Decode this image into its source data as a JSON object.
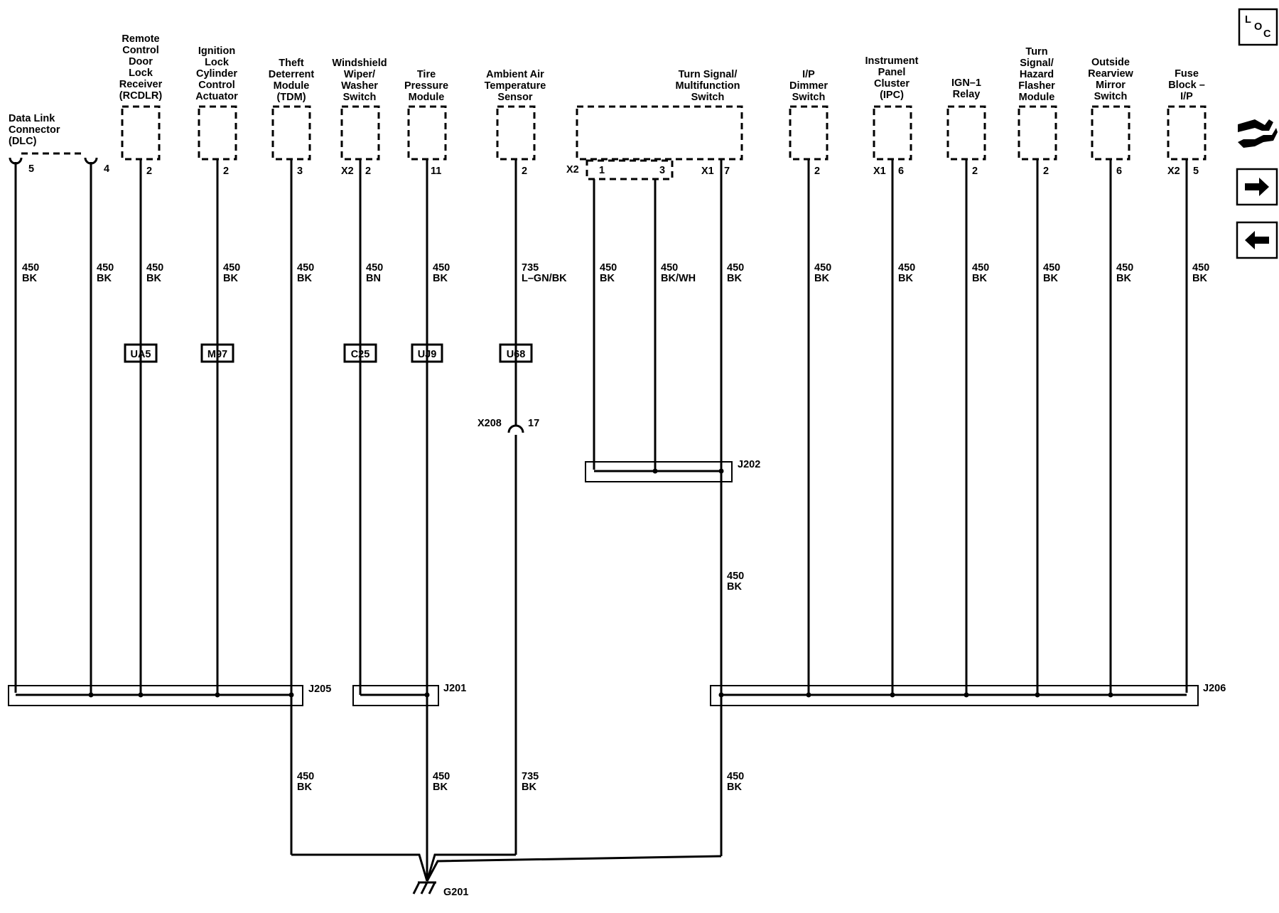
{
  "components": [
    {
      "id": "dlc",
      "label": [
        "Data Link",
        "Connector",
        "(DLC)"
      ]
    },
    {
      "id": "rcdlr",
      "label": [
        "Remote",
        "Control",
        "Door",
        "Lock",
        "Receiver",
        "(RCDLR)"
      ]
    },
    {
      "id": "ignition-lock",
      "label": [
        "Ignition",
        "Lock",
        "Cylinder",
        "Control",
        "Actuator"
      ]
    },
    {
      "id": "tdm",
      "label": [
        "Theft",
        "Deterrent",
        "Module",
        "(TDM)"
      ]
    },
    {
      "id": "wiper-switch",
      "label": [
        "Windshield",
        "Wiper/",
        "Washer",
        "Switch"
      ]
    },
    {
      "id": "tire-pressure",
      "label": [
        "Tire",
        "Pressure",
        "Module"
      ]
    },
    {
      "id": "ambient-air",
      "label": [
        "Ambient Air",
        "Temperature",
        "Sensor"
      ]
    },
    {
      "id": "turn-signal-switch",
      "label": [
        "Turn Signal/",
        "Multifunction",
        "Switch"
      ]
    },
    {
      "id": "ip-dimmer",
      "label": [
        "I/P",
        "Dimmer",
        "Switch"
      ]
    },
    {
      "id": "ipc",
      "label": [
        "Instrument",
        "Panel",
        "Cluster",
        "(IPC)"
      ]
    },
    {
      "id": "ign1-relay",
      "label": [
        "IGN–1",
        "Relay"
      ]
    },
    {
      "id": "flasher",
      "label": [
        "Turn",
        "Signal/",
        "Hazard",
        "Flasher",
        "Module"
      ]
    },
    {
      "id": "mirror-switch",
      "label": [
        "Outside",
        "Rearview",
        "Mirror",
        "Switch"
      ]
    },
    {
      "id": "fuse-block",
      "label": [
        "Fuse",
        "Block –",
        "I/P"
      ]
    }
  ],
  "pins": {
    "dlc_5": "5",
    "dlc_4": "4",
    "rcdlr": "2",
    "ignition": "2",
    "tdm": "3",
    "wiper_conn": "X2",
    "wiper": "2",
    "tire": "11",
    "ambient": "2",
    "ts_conn_x2": "X2",
    "ts_1": "1",
    "ts_3": "3",
    "ts_conn_x1": "X1",
    "ts_7": "7",
    "dimmer": "2",
    "ipc_conn": "X1",
    "ipc": "6",
    "relay": "2",
    "flasher": "2",
    "mirror": "6",
    "fuse_conn": "X2",
    "fuse": "5"
  },
  "wires": [
    {
      "circuit": "450",
      "color": "BK"
    },
    {
      "circuit": "450",
      "color": "BN"
    },
    {
      "circuit": "735",
      "color": "L–GN/BK"
    },
    {
      "circuit": "450",
      "color": "BK/WH"
    },
    {
      "circuit": "735",
      "color": "BK"
    }
  ],
  "options": [
    "UA5",
    "M97",
    "C25",
    "UJ9",
    "U68"
  ],
  "connector": {
    "name": "X208",
    "pin": "17"
  },
  "splices": [
    "J205",
    "J201",
    "J202",
    "J206"
  ],
  "ground": "G201",
  "nav": {
    "loc": [
      "L",
      "O",
      "C"
    ],
    "icons": [
      "connector-end-view-icon",
      "arrow-right-icon",
      "arrow-left-icon"
    ]
  }
}
